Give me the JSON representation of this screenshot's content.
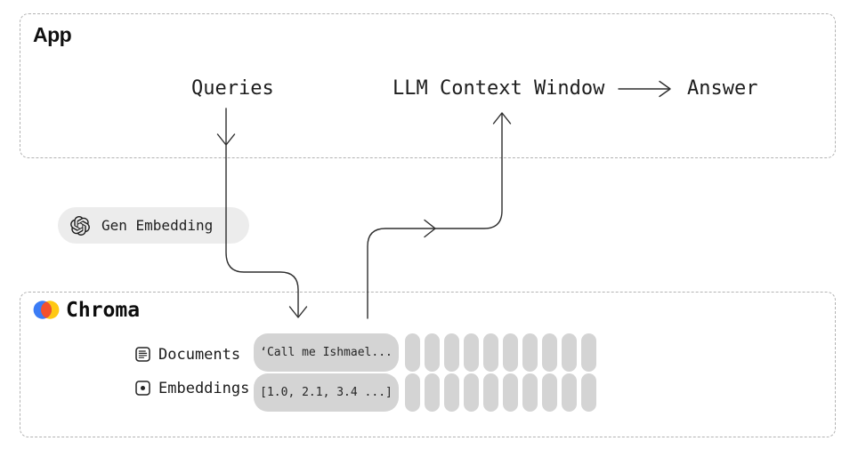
{
  "app_box": {
    "label": "App",
    "queries_label": "Queries",
    "llm_label": "LLM Context Window",
    "answer_label": "Answer"
  },
  "gen_embedding": {
    "label": "Gen Embedding",
    "icon": "openai-logo"
  },
  "chroma_box": {
    "label": "Chroma",
    "logo": "chroma-logo",
    "rows": [
      {
        "icon": "document-icon",
        "label": "Documents",
        "value": "‘Call me Ishmael..."
      },
      {
        "icon": "embedding-dot-icon",
        "label": "Embeddings",
        "value": "[1.0, 2.1, 3.4 ...]"
      }
    ],
    "bar_columns": 10,
    "bar_rows": 2
  },
  "colors": {
    "text": "#1d1d1d",
    "line": "#2e2e2e",
    "box_border": "#b3b3b3",
    "pill_gray": "#d4d4d4",
    "pill_light": "#ececec",
    "chroma_blue": "#3b7cf5",
    "chroma_orange": "#f4502c",
    "chroma_yellow": "#ffc813"
  }
}
